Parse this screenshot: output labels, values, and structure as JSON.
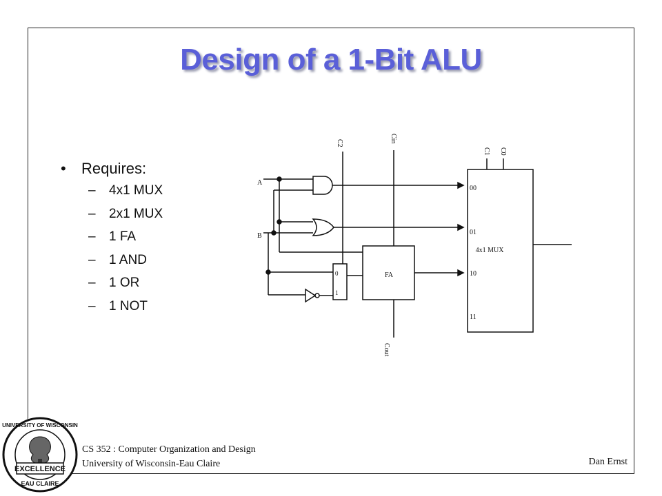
{
  "slide": {
    "title": "Design of a 1-Bit ALU",
    "requires_label": "Requires:",
    "items": [
      "4x1 MUX",
      "2x1 MUX",
      "1 FA",
      "1 AND",
      "1 OR",
      "1 NOT"
    ]
  },
  "circuit": {
    "label_a": "A",
    "label_b": "B",
    "label_c2": "C2",
    "label_cin": "Cin",
    "label_c1": "C1",
    "label_c0": "C0",
    "label_cout": "Cout",
    "fa_label": "FA",
    "mux2_in0": "0",
    "mux2_in1": "1",
    "mux4_label": "4x1 MUX",
    "mux4_in00": "00",
    "mux4_in01": "01",
    "mux4_in10": "10",
    "mux4_in11": "11"
  },
  "footer": {
    "course": "CS 352 : Computer Organization and Design",
    "university": "University of Wisconsin-Eau Claire",
    "author": "Dan Ernst"
  },
  "seal": {
    "top_text": "UNIVERSITY OF WISCONSIN",
    "middle_text": "EXCELLENCE",
    "bottom_text": "EAU CLAIRE"
  },
  "colors": {
    "title": "#5a5fd8",
    "title_shadow": "#9a9cb0",
    "ink": "#111111"
  }
}
